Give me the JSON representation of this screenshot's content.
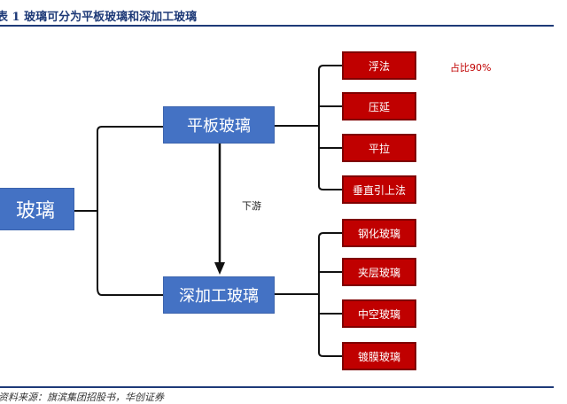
{
  "header": {
    "title": "表 1  玻璃可分为平板玻璃和深加工玻璃"
  },
  "diagram": {
    "root": "玻璃",
    "flat_glass": {
      "label": "平板玻璃",
      "children": [
        "浮法",
        "压延",
        "平拉",
        "垂直引上法"
      ],
      "note": "占比90%"
    },
    "processed_glass": {
      "label": "深加工玻璃",
      "children": [
        "钢化玻璃",
        "夹层玻璃",
        "中空玻璃",
        "镀膜玻璃"
      ]
    },
    "arrow_label": "下游"
  },
  "footer": {
    "source": "资料来源：旗滨集团招股书，华创证券"
  },
  "colors": {
    "blue": "#4472c4",
    "red": "#c00000",
    "header": "#1e3a78"
  }
}
